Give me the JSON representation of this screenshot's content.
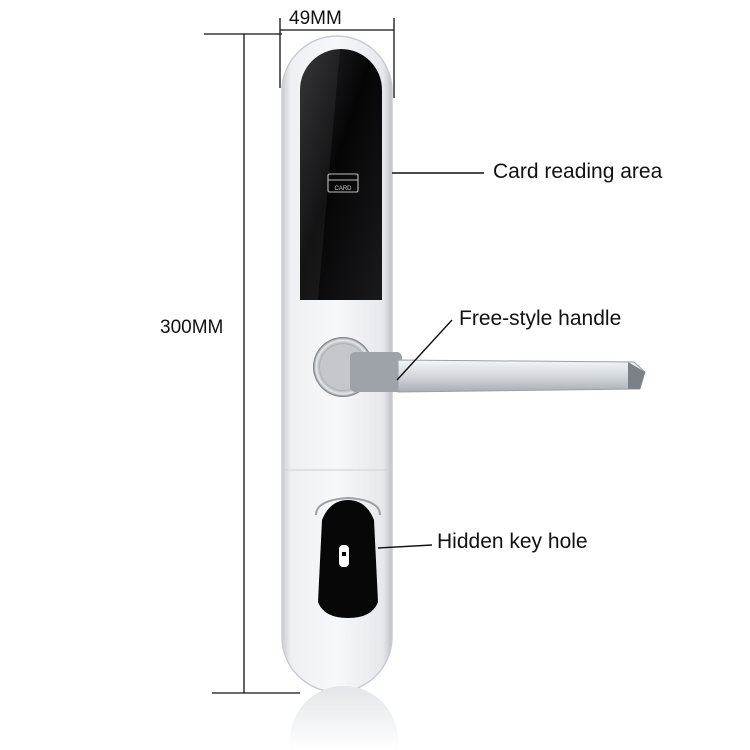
{
  "dimensions": {
    "width_label": "49MM",
    "height_label": "300MM"
  },
  "callouts": {
    "card_area": "Card reading area",
    "handle": "Free-style handle",
    "key_hole": "Hidden key hole"
  },
  "card_reader": {
    "icon_text": "CARD"
  },
  "colors": {
    "panel": "#eef0f3",
    "glass": "#0b0b0c",
    "handle": "#d9dde2",
    "line": "#111111"
  }
}
